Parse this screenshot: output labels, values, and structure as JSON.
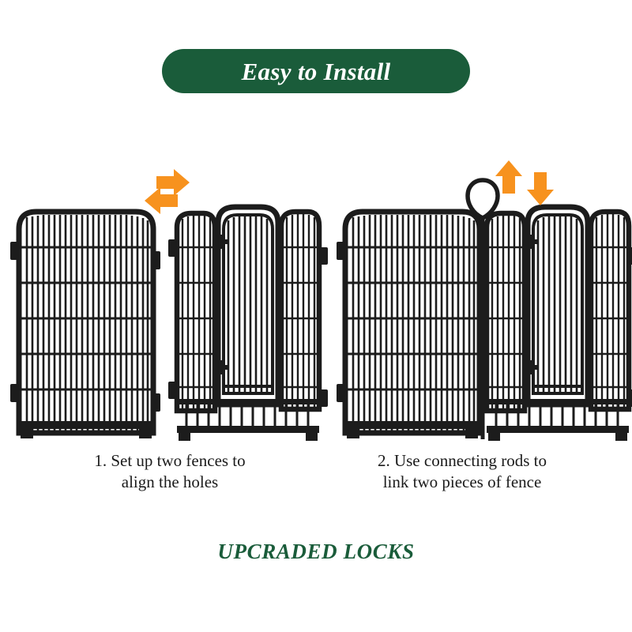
{
  "page": {
    "background": "#ffffff",
    "brand_green": "#1a5c3a",
    "accent_orange": "#f7921e",
    "fence_black": "#1c1c1c"
  },
  "header": {
    "title": "Easy to Install",
    "pill_color": "#1a5c3a",
    "text_color": "#ffffff"
  },
  "steps": [
    {
      "number": "1.",
      "caption_line_1": "1. Set up two fences to",
      "caption_line_2": "align the holes",
      "arrows": [
        {
          "name": "arrow-right",
          "direction": "right",
          "color": "#f7921e"
        },
        {
          "name": "arrow-left",
          "direction": "left",
          "color": "#f7921e"
        }
      ],
      "fence_left_panels": 1,
      "fence_right_panels": 3
    },
    {
      "number": "2.",
      "caption_line_1": "2. Use connecting rods to",
      "caption_line_2": "link two pieces of fence",
      "arrows": [
        {
          "name": "arrow-up",
          "direction": "up",
          "color": "#f7921e"
        },
        {
          "name": "arrow-down",
          "direction": "down",
          "color": "#f7921e"
        }
      ],
      "fence_left_panels": 1,
      "fence_right_panels": 3,
      "connecting_rod": "connecting-rod-with-loop-handle"
    }
  ],
  "footer": {
    "text": "UPCRADED LOCKS",
    "color": "#1a5c3a"
  }
}
